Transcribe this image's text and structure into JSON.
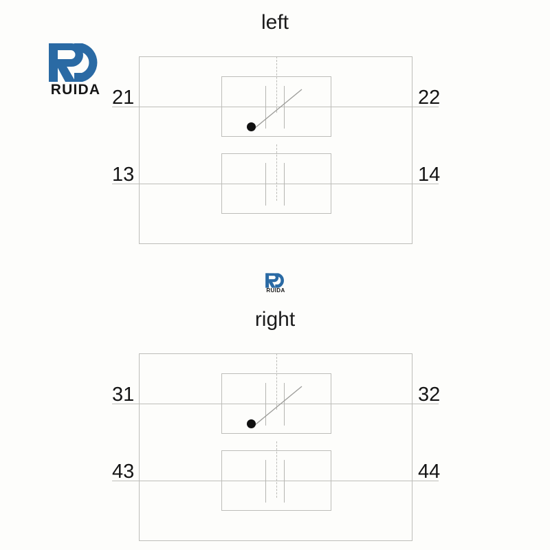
{
  "brand": {
    "mark_icon": "ruida-rd-monogram-icon",
    "wordmark": "RUIDA",
    "color": "#2a6aa4",
    "watermark_wordmark": "RUIDA"
  },
  "diagrams": [
    {
      "id": "left",
      "title": "left",
      "contacts": [
        {
          "type": "normally-closed",
          "symbol": "nc-contact-icon",
          "terminal_left": "21",
          "terminal_right": "22"
        },
        {
          "type": "normally-open",
          "symbol": "no-contact-icon",
          "terminal_left": "13",
          "terminal_right": "14"
        }
      ]
    },
    {
      "id": "right",
      "title": "right",
      "contacts": [
        {
          "type": "normally-closed",
          "symbol": "nc-contact-icon",
          "terminal_left": "31",
          "terminal_right": "32"
        },
        {
          "type": "normally-open",
          "symbol": "no-contact-icon",
          "terminal_left": "43",
          "terminal_right": "44"
        }
      ]
    }
  ],
  "colors": {
    "line": "#bdbdb9",
    "background": "#fdfdfb",
    "text": "#141414",
    "brand_blue": "#2a6aa4"
  }
}
